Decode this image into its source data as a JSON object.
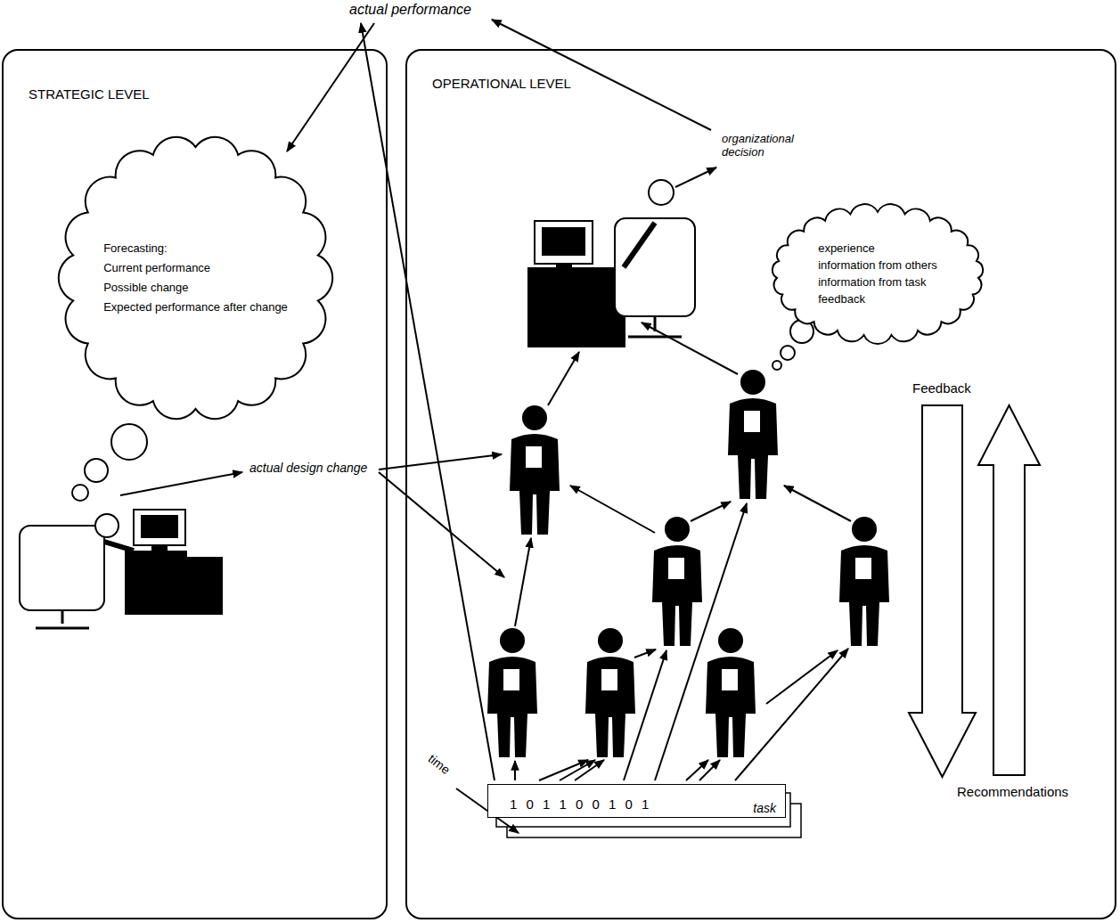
{
  "diagram": {
    "nodes": [
      {
        "text": [
          "STRATEGIC LEVEL"
        ]
      },
      {
        "text": [
          "Forecasting:",
          "Current performance",
          "Possible change",
          "Expected performance after change"
        ],
        "in": 0
      },
      {
        "text": [
          "OPERATIONAL LEVEL"
        ]
      },
      {
        "text": [
          "experience",
          "information from others",
          "information from task",
          "feedback"
        ],
        "in": 2
      },
      {
        "text": [
          "1 0 1 1 0 0 1 0 1",
          "task"
        ],
        "in": 2
      }
    ],
    "labels": [
      "actual performance",
      "organizational decision",
      "actual design change",
      "Feedback",
      "Recommendations",
      "time"
    ]
  }
}
